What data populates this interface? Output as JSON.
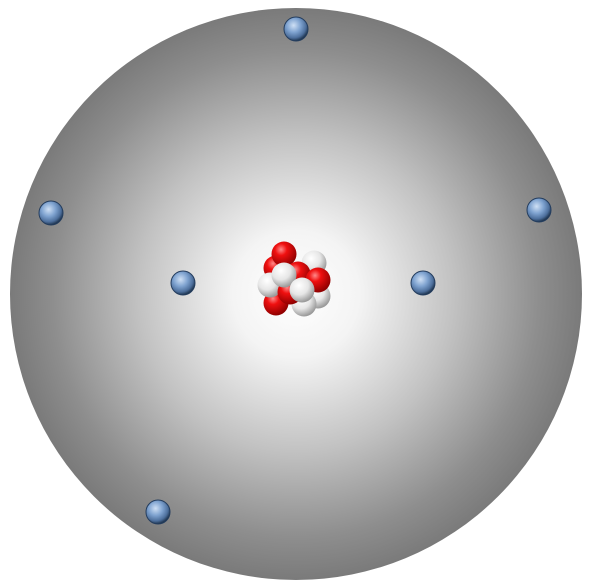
{
  "diagram": {
    "subject": "atom model",
    "nucleus": {
      "particles": [
        {
          "kind": "proton",
          "color": "#e00000"
        },
        {
          "kind": "proton",
          "color": "#e00000"
        },
        {
          "kind": "proton",
          "color": "#e00000"
        },
        {
          "kind": "proton",
          "color": "#e00000"
        },
        {
          "kind": "proton",
          "color": "#e00000"
        },
        {
          "kind": "proton",
          "color": "#e00000"
        },
        {
          "kind": "neutron",
          "color": "#f2f2f2"
        },
        {
          "kind": "neutron",
          "color": "#f2f2f2"
        },
        {
          "kind": "neutron",
          "color": "#f2f2f2"
        },
        {
          "kind": "neutron",
          "color": "#f2f2f2"
        },
        {
          "kind": "neutron",
          "color": "#f2f2f2"
        },
        {
          "kind": "neutron",
          "color": "#f2f2f2"
        }
      ]
    },
    "electron_shells": [
      {
        "shell": 1,
        "electron_count": 2
      },
      {
        "shell": 2,
        "electron_count": 4
      }
    ],
    "colors": {
      "electron": "#6f95c6",
      "electron_dark": "#1f3550",
      "cloud_center": "#ffffff",
      "cloud_edge": "#7a7a7a",
      "proton": "#e00000",
      "neutron": "#f2f2f2"
    }
  }
}
